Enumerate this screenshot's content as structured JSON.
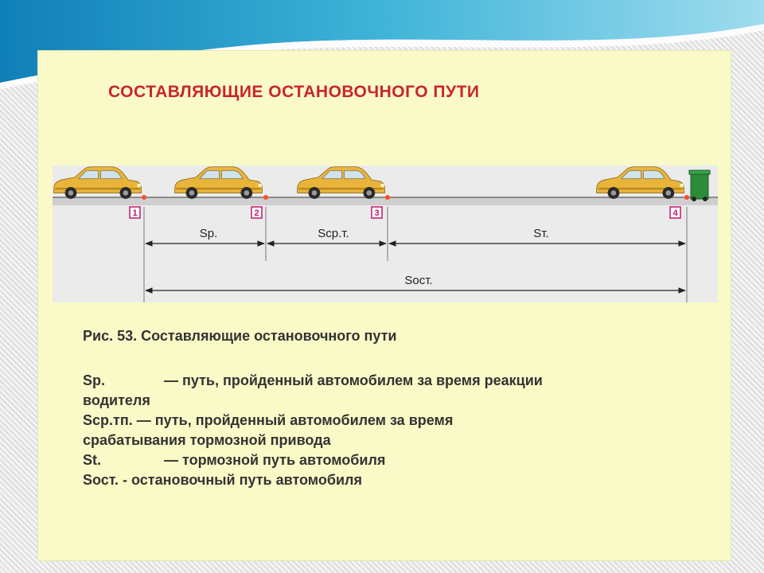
{
  "title": "СОСТАВЛЯЮЩИЕ ОСТАНОВОЧНОГО ПУТИ",
  "markers": [
    "1",
    "2",
    "3",
    "4"
  ],
  "segments": {
    "sr": "Sр.",
    "scrt": "Sср.т.",
    "st": "Sт.",
    "sost": "Sост."
  },
  "caption": "Рис. 53. Составляющие остановочного пути",
  "legend": [
    {
      "symbol": "Sр.",
      "text": "— путь, пройденный автомобилем за время реакции",
      "text2": "водителя"
    },
    {
      "symbol": "Sср.тп.",
      "text": "— путь, пройденный автомобилем за время",
      "text2": "срабатывания тормозной привода"
    },
    {
      "symbol": "St.",
      "text": "— тормозной путь автомобиля",
      "text2": ""
    },
    {
      "symbol": "Sост.",
      "text": "- остановочный путь автомобиля",
      "text2": ""
    }
  ],
  "colors": {
    "title": "#c8252c",
    "panel": "#fafac8",
    "car_body": "#e9b43a",
    "marker": "#c0186c",
    "obstacle": "#2e8b3a",
    "wave_top": "#1e8fc8"
  }
}
